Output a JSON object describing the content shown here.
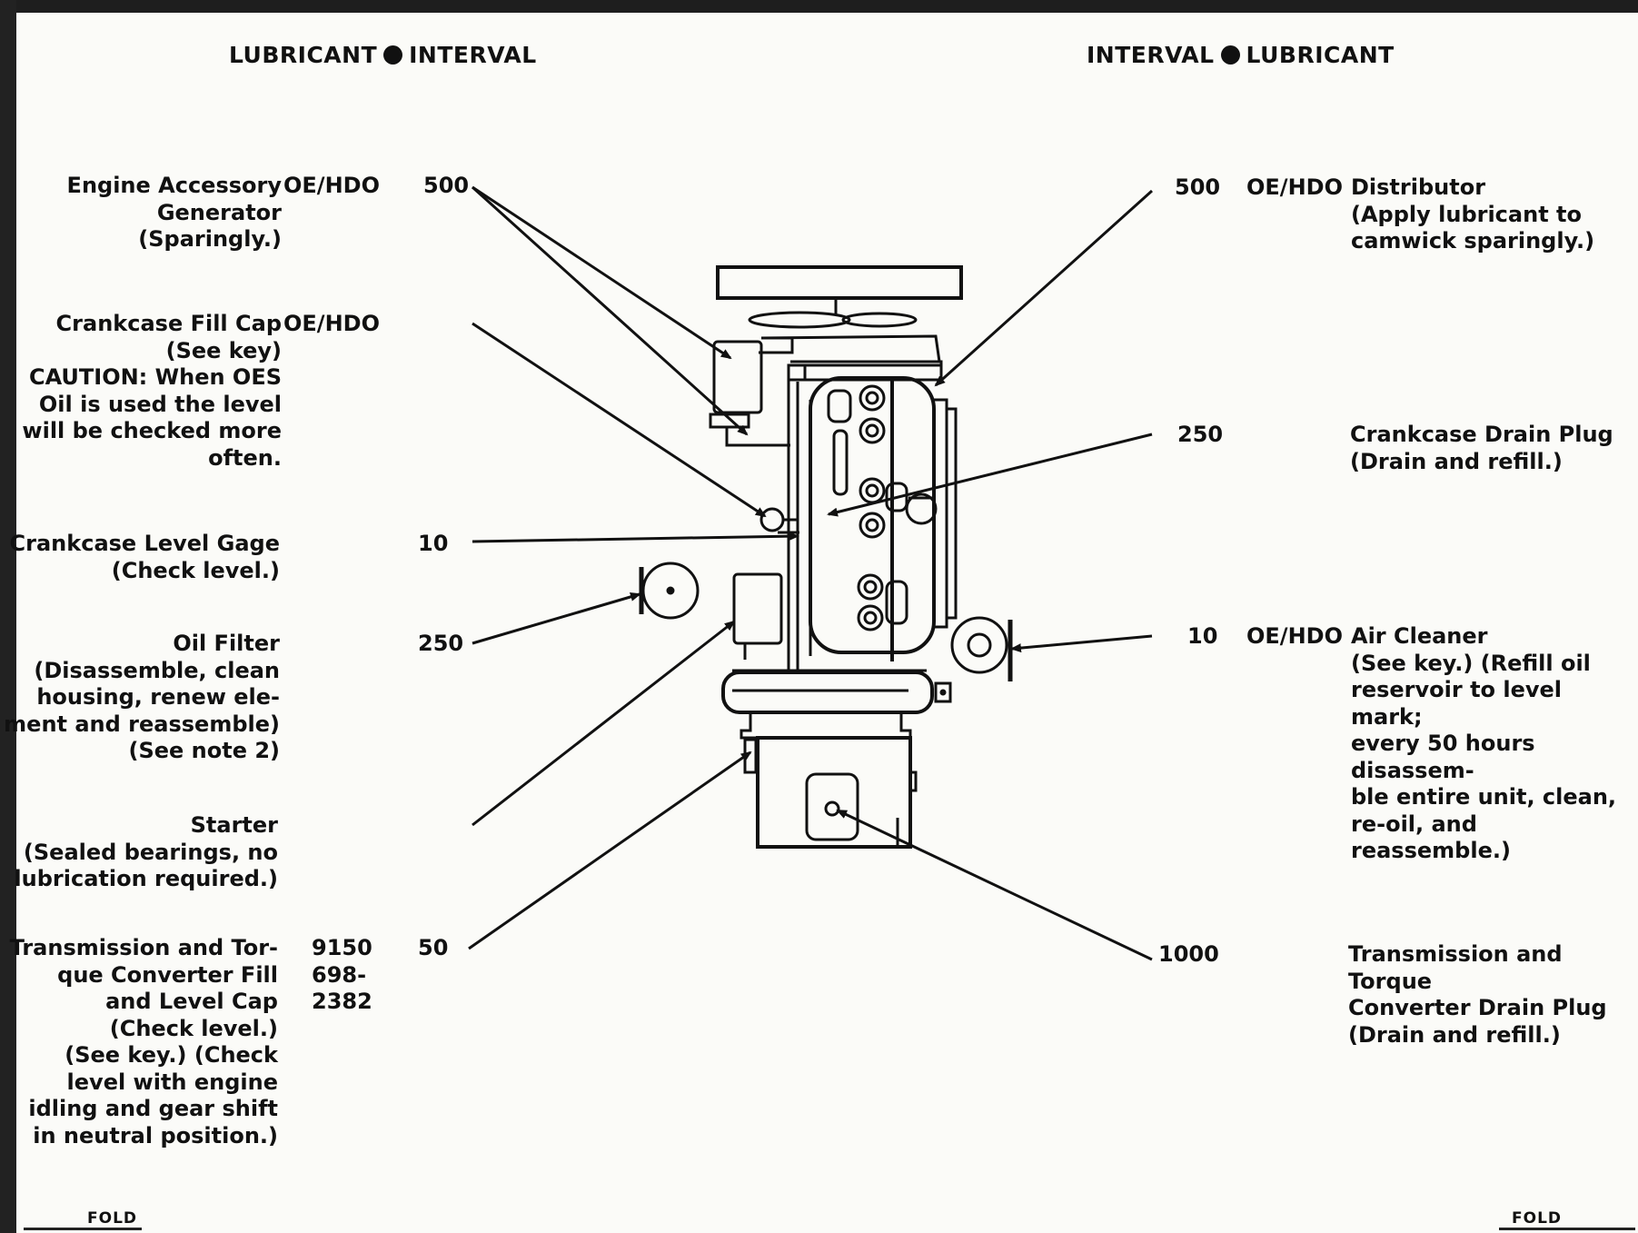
{
  "header": {
    "left": {
      "word1": "LUBRICANT",
      "word2": "INTERVAL"
    },
    "right": {
      "word1": "INTERVAL",
      "word2": "LUBRICANT"
    }
  },
  "left_points": [
    {
      "name": "Engine Accessory\nGenerator\n(Sparingly.)",
      "lubricant": "OE/HDO",
      "interval": "500"
    },
    {
      "name": "Crankcase Fill Cap\n(See key)\nCAUTION:  When OES\nOil is used the level\nwill be checked more\noften.",
      "lubricant": "OE/HDO",
      "interval": ""
    },
    {
      "name": "Crankcase Level Gage\n(Check level.)",
      "lubricant": "",
      "interval": "10"
    },
    {
      "name": "Oil Filter\n(Disassemble, clean\nhousing, renew ele-\nment and reassemble)\n(See note 2)",
      "lubricant": "",
      "interval": "250"
    },
    {
      "name": "Starter\n(Sealed bearings, no\nlubrication required.)",
      "lubricant": "",
      "interval": ""
    },
    {
      "name": "Transmission and Tor-\nque Converter Fill\nand Level Cap\n(Check level.)\n(See key.) (Check\nlevel with engine\nidling and gear shift\nin neutral position.)",
      "lubricant": "9150\n698-\n2382",
      "interval": "50"
    }
  ],
  "right_points": [
    {
      "interval": "500",
      "lubricant": "OE/HDO",
      "name": "Distributor\n(Apply lubricant to\ncamwick sparingly.)"
    },
    {
      "interval": "250",
      "lubricant": "",
      "name": "Crankcase Drain Plug\n(Drain and refill.)"
    },
    {
      "interval": "10",
      "lubricant": "OE/HDO",
      "name": "Air Cleaner\n(See key.) (Refill oil\nreservoir to level mark;\nevery 50 hours disassem-\nble entire unit, clean,\nre-oil, and reassemble.)"
    },
    {
      "interval": "1000",
      "lubricant": "",
      "name": "Transmission and Torque\nConverter Drain Plug\n(Drain and refill.)"
    }
  ],
  "footer": {
    "fold_left": "FOLD",
    "fold_right": "FOLD"
  }
}
